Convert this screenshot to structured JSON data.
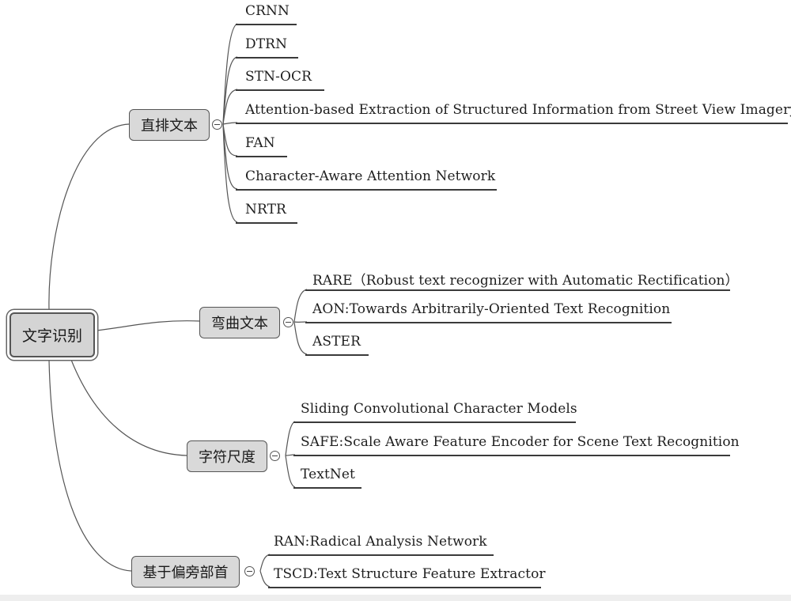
{
  "root": {
    "label": "文字识别"
  },
  "branches": [
    {
      "label": "直排文本",
      "leaves": [
        "CRNN",
        "DTRN",
        "STN-OCR",
        "Attention-based Extraction of Structured Information from Street View Imagery",
        "FAN",
        "Character-Aware Attention Network",
        "NRTR"
      ]
    },
    {
      "label": "弯曲文本",
      "leaves": [
        "RARE（Robust text recognizer with Automatic Rectification）",
        "AON:Towards Arbitrarily-Oriented Text Recognition",
        "ASTER"
      ]
    },
    {
      "label": "字符尺度",
      "leaves": [
        "Sliding Convolutional Character Models",
        "SAFE:Scale Aware Feature Encoder for Scene Text Recognition",
        "TextNet"
      ]
    },
    {
      "label": "基于偏旁部首",
      "leaves": [
        "RAN:Radical Analysis Network",
        "TSCD:Text Structure Feature Extractor"
      ]
    }
  ],
  "icons": {
    "branch_toggle": "collapse-minus-icon"
  },
  "colors": {
    "node_fill": "#d9d9d9",
    "node_border": "#555555",
    "line": "#3a3a3a"
  }
}
